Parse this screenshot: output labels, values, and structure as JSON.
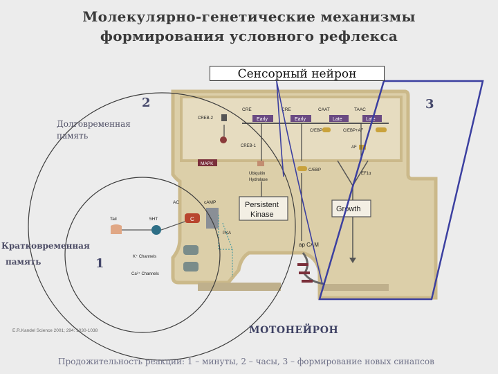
{
  "slide": {
    "title_line1": "Молекулярно-генетические механизмы",
    "title_line2": "формирования условного рефлекса",
    "sensory_neuron": "Сенсорный нейрон",
    "motoneuron": "МОТОНЕЙРОН",
    "footer": "Продожительность реакции: 1 – минуты, 2 – часы, 3 – формирование новых синапсов",
    "citation": "E.R.Kandel Science 2001; 294: 1030-1038",
    "numbers": {
      "one": "1",
      "two": "2",
      "three": "3"
    },
    "long_term": {
      "line1": "Долговременная",
      "line2": "память"
    },
    "short_term": {
      "line1": "Кратковременная",
      "line2": "память"
    }
  },
  "diagram": {
    "labels": {
      "cre1": "CRE",
      "cre2": "CRE",
      "caat": "CAAT",
      "taac": "TAAC",
      "creb2": "CREB-2",
      "creb1": "CREB-1",
      "early1": "Early",
      "early2": "Early",
      "late1": "Late",
      "late2": "Late",
      "cebp1": "C/EBP",
      "cebp_af": "C/EBP+AF",
      "af": "AF",
      "mapk": "MAPK",
      "ubiquitin": "Ubiquitin",
      "hydrolase": "Hydrolase",
      "cebp2": "C/EBP",
      "ef1a": "EF1α",
      "persistent": "Persistent",
      "kinase": "Kinase",
      "growth": "Growth",
      "ac": "AC",
      "camp": "cAMP",
      "tail": "Tail",
      "ht": "5HT",
      "pka": "PKA",
      "k_channels": "K⁺ Channels",
      "ca_channels": "Ca²⁺ Channels",
      "apcam": "ap CAM",
      "c_cat": "C"
    }
  },
  "colors": {
    "cell_fill": "#d9cba6",
    "cell_border": "#d2c08f",
    "circle_line": "#444444",
    "blue_line": "#3b3fa0",
    "late_box": "#6a4a82",
    "mapk_box": "#7a2f3a",
    "label_blue": "#4d4d66"
  }
}
